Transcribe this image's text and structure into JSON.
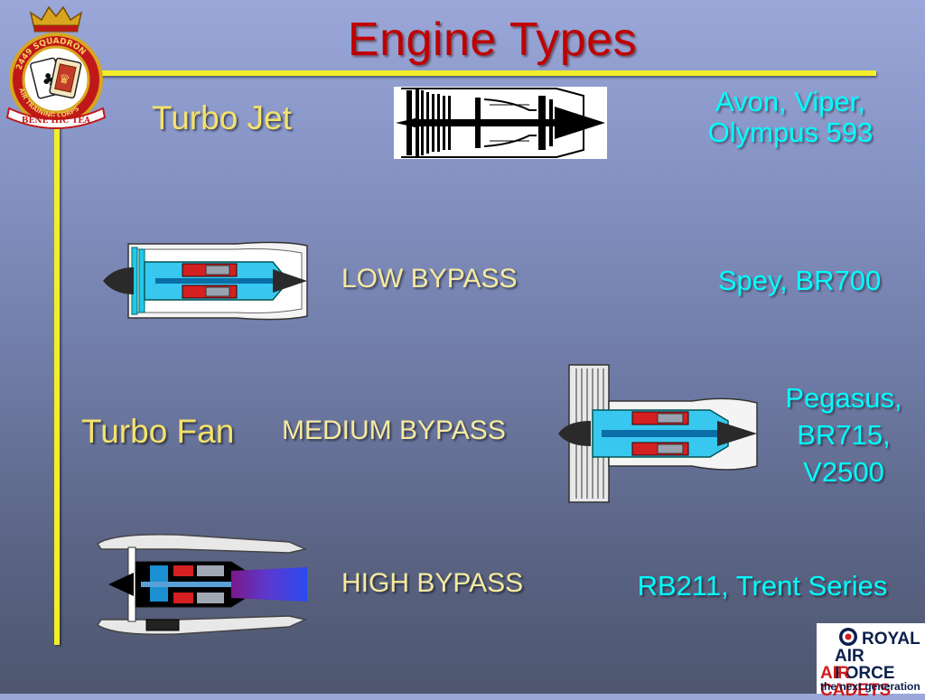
{
  "slide": {
    "title": "Engine Types"
  },
  "crest": {
    "ring_text": "2449 SQUADRON",
    "lower_ring_text": "AIR TRAINING CORPS",
    "motto": "BENE HIC TEA"
  },
  "sections": {
    "turbo_jet": {
      "label": "Turbo Jet",
      "examples": [
        "Avon,  Viper,",
        "Olympus 593"
      ]
    },
    "turbo_fan": {
      "label": "Turbo Fan"
    },
    "low_bypass": {
      "label": "LOW BYPASS",
      "examples": [
        "Spey,  BR700"
      ]
    },
    "medium_bypass": {
      "label": "MEDIUM BYPASS",
      "examples": [
        "Pegasus,",
        "BR715,",
        "V2500"
      ]
    },
    "high_bypass": {
      "label": "HIGH BYPASS",
      "examples": [
        "RB211,  Trent Series"
      ]
    }
  },
  "footer_logo": {
    "line1": "ROYAL",
    "line2": "AIR FORCE",
    "line3": "AIR CADETS",
    "tagline": "the next generation"
  },
  "icons": [
    "squadron-crest-icon",
    "turbojet-diagram-icon",
    "low-bypass-engine-icon",
    "medium-bypass-engine-icon",
    "high-bypass-engine-icon",
    "raf-roundel-icon"
  ],
  "colors": {
    "title": "#c00000",
    "guide_lines": "#f2ee2a",
    "engine_names": "#00ffff",
    "section_labels": "#f4e26b"
  }
}
